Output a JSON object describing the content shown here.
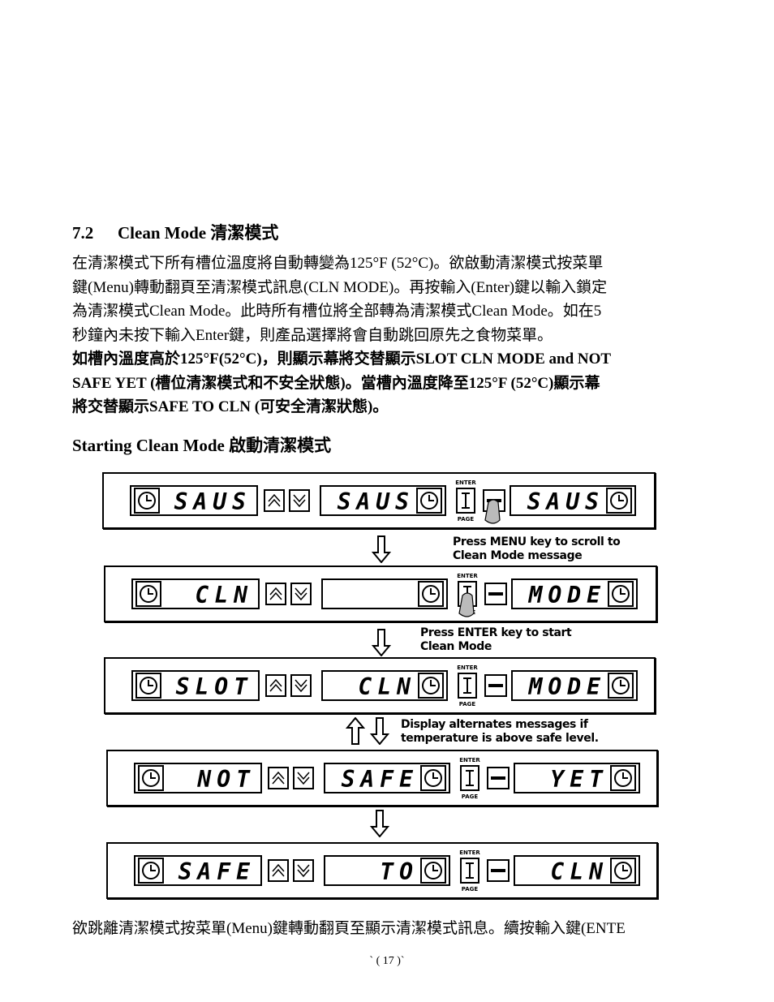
{
  "section": {
    "number": "7.2",
    "title": "Clean Mode 清潔模式"
  },
  "paragraph_lines": [
    "在清潔模式下所有槽位溫度將自動轉變為125°F (52°C)。欲啟動清潔模式按菜單",
    "鍵(Menu)轉動翻頁至清潔模式訊息(CLN MODE)。再按輸入(Enter)鍵以輸入鎖定",
    "為清潔模式Clean Mode。此時所有槽位將全部轉為清潔模式Clean Mode。如在5",
    "秒鐘內未按下輸入Enter鍵，則產品選擇將會自動跳回原先之食物菜單。"
  ],
  "bold_lines": [
    "如槽內溫度高於125°F(52°C)，則顯示幕將交替顯示SLOT CLN MODE and NOT",
    "SAFE YET (槽位清潔模式和不安全狀態)。當槽內溫度降至125°F (52°C)顯示幕",
    "將交替顯示SAFE TO CLN (可安全清潔狀態)。"
  ],
  "subsection_title": "Starting Clean Mode 啟動清潔模式",
  "enter_key": {
    "top_label": "ENTER",
    "bottom_label": "PAGE"
  },
  "panels": [
    {
      "left": "SAUS",
      "middle": "SAUS",
      "right": "SAUS"
    },
    {
      "left": "CLN",
      "middle": "",
      "right": "MODE"
    },
    {
      "left": "SLOT",
      "middle": "CLN",
      "right": "MODE"
    },
    {
      "left": "NOT",
      "middle": "SAFE",
      "right": "YET"
    },
    {
      "left": "SAFE",
      "middle": "TO",
      "right": "CLN"
    }
  ],
  "notes": [
    "Press MENU key to scroll to\nClean Mode message",
    "Press ENTER key to start\nClean Mode",
    "Display alternates messages if\ntemperature is above safe level."
  ],
  "bottom_line": "欲跳離清潔模式按菜單(Menu)鍵轉動翻頁至顯示清潔模式訊息。續按輸入鍵(ENTE",
  "page_number": "` ( 17 )`"
}
